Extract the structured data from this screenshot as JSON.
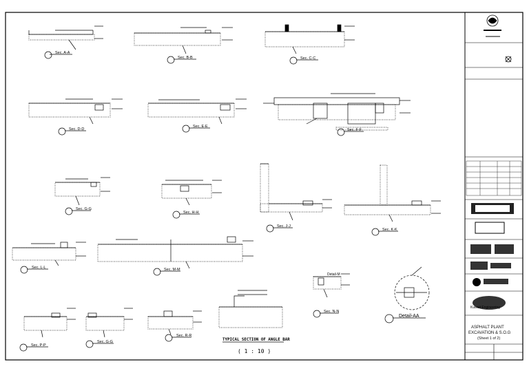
{
  "sections": [
    {
      "id": "aa",
      "label": "Sec. A-A"
    },
    {
      "id": "bb",
      "label": "Sec. B-B"
    },
    {
      "id": "cc",
      "label": "Sec. C-C"
    },
    {
      "id": "dd",
      "label": "Sec. D-D"
    },
    {
      "id": "ee",
      "label": "Sec. E-E"
    },
    {
      "id": "ff",
      "label": "Sec. F-F"
    },
    {
      "id": "gg1",
      "label": "Sec. G-G"
    },
    {
      "id": "hh",
      "label": "Sec. H-H"
    },
    {
      "id": "jj",
      "label": "Sec. J-J"
    },
    {
      "id": "kk",
      "label": "Sec. K-K"
    },
    {
      "id": "ll",
      "label": "Sec. L-L"
    },
    {
      "id": "mm",
      "label": "Sec. M-M"
    },
    {
      "id": "nn",
      "label": "Sec. N-N"
    },
    {
      "id": "pp",
      "label": "Sec. P-P"
    },
    {
      "id": "gg2",
      "label": "Sec. G-G"
    },
    {
      "id": "rr",
      "label": "Sec. R-R"
    }
  ],
  "detail_aa": {
    "title": "Detail-AA"
  },
  "detail_m": {
    "title": "Detail-M"
  },
  "angle_bar": {
    "title": "TYPICAL SECTION OF ANGLE BAR",
    "scale": "( 1 : 10 )"
  },
  "title_block": {
    "project_line1": "ASPHALT PLANT",
    "project_line2": "EXCAVATION & S.O.G",
    "sheet": "(Sheet 1 of 2)",
    "company": "Kuwait Engineering"
  }
}
